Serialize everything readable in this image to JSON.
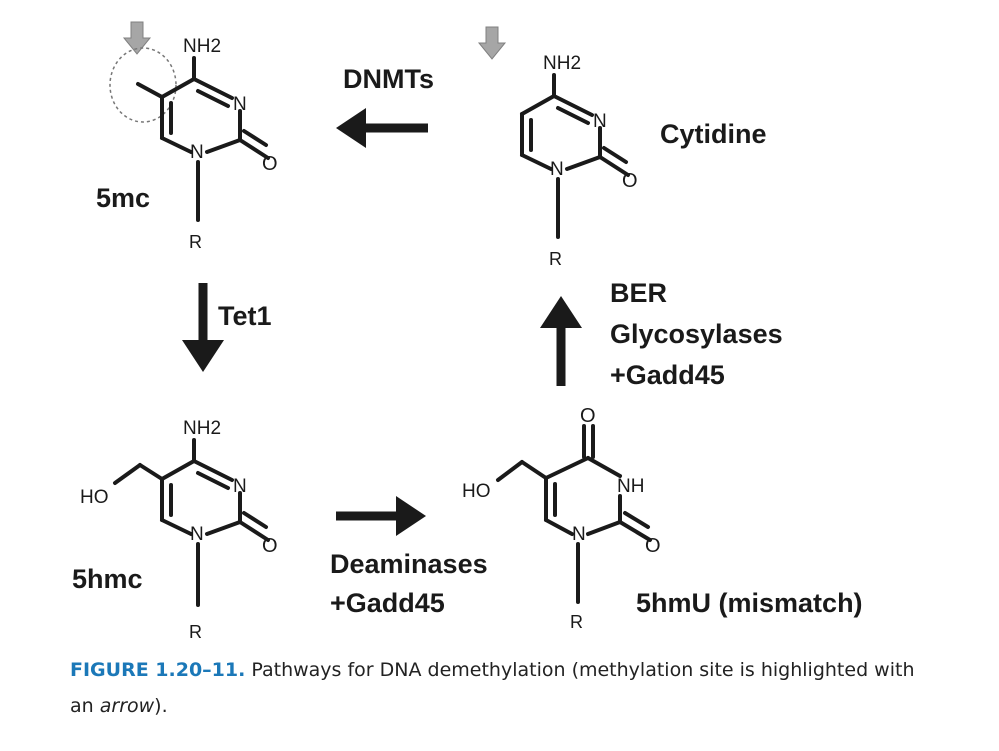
{
  "figure": {
    "molecules": {
      "five_mc": {
        "name": "5mc",
        "nh2": "NH2",
        "n_ring": "N",
        "n_bottom": "N",
        "o": "O",
        "r": "R"
      },
      "cytidine": {
        "name": "Cytidine",
        "nh2": "NH2",
        "n_ring": "N",
        "n_bottom": "N",
        "o": "O",
        "r": "R"
      },
      "five_hmc": {
        "name": "5hmc",
        "nh2": "NH2",
        "ho": "HO",
        "n_ring": "N",
        "n_bottom": "N",
        "o": "O",
        "r": "R"
      },
      "five_hmu": {
        "name": "5hmU (mismatch)",
        "top_o": "O",
        "ho": "HO",
        "nh": "NH",
        "n_bottom": "N",
        "o": "O",
        "r": "R"
      }
    },
    "arrows": {
      "dnmts": {
        "label": "DNMTs"
      },
      "tet1": {
        "label": "Tet1"
      },
      "deaminases": {
        "label_line1": "Deaminases",
        "label_line2": "+Gadd45"
      },
      "ber": {
        "label_line1": "BER",
        "label_line2": "Glycosylases",
        "label_line3": "+Gadd45"
      }
    },
    "colors": {
      "site_arrow": "#a6a6a6",
      "caption_label": "#1b78b8",
      "ink": "#1a1a1a"
    }
  },
  "caption": {
    "figure_number": "FIGURE 1.20–11.",
    "text_before": " Pathways for DNA demethylation (methylation site is highlighted with an ",
    "italic": "arrow",
    "text_after": ")."
  }
}
